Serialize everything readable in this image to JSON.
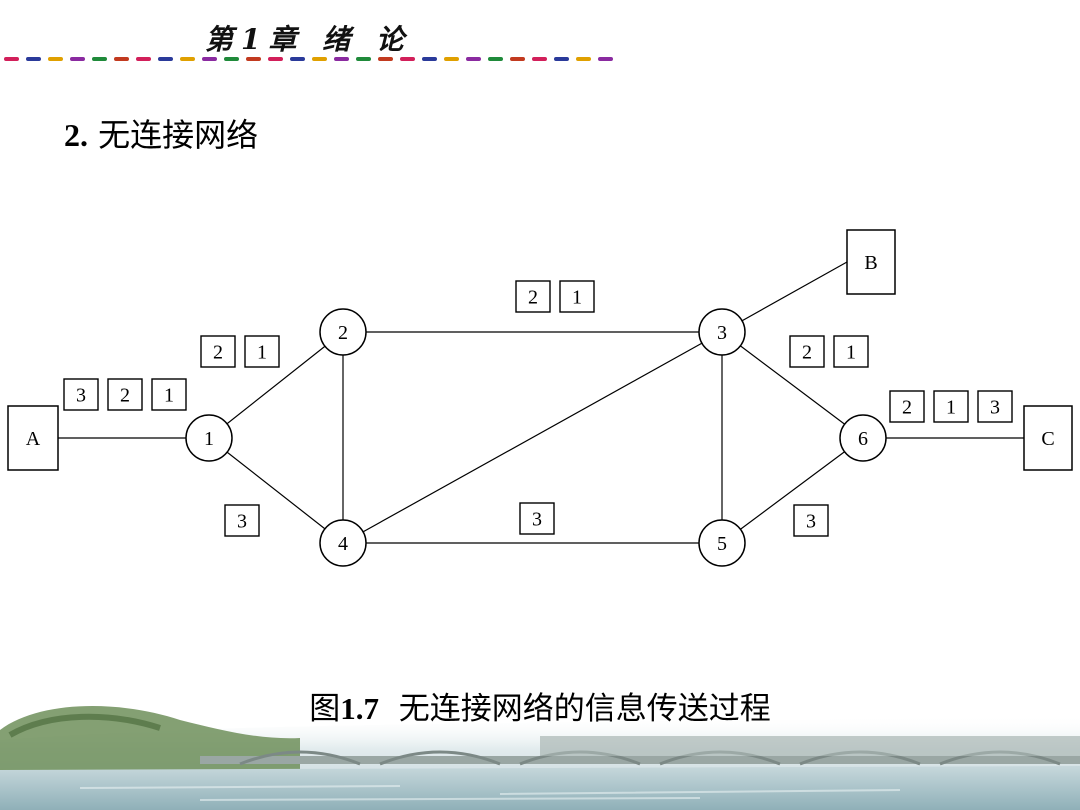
{
  "header": {
    "chapter_title": "第1章 绪 论"
  },
  "section": {
    "number": "2.",
    "title": "无连接网络"
  },
  "diagram": {
    "hosts": [
      {
        "id": "A",
        "label": "A"
      },
      {
        "id": "B",
        "label": "B"
      },
      {
        "id": "C",
        "label": "C"
      }
    ],
    "nodes": [
      {
        "id": "1",
        "label": "1"
      },
      {
        "id": "2",
        "label": "2"
      },
      {
        "id": "3",
        "label": "3"
      },
      {
        "id": "4",
        "label": "4"
      },
      {
        "id": "5",
        "label": "5"
      },
      {
        "id": "6",
        "label": "6"
      }
    ],
    "links": [
      [
        "A",
        "1"
      ],
      [
        "1",
        "2"
      ],
      [
        "1",
        "4"
      ],
      [
        "2",
        "3"
      ],
      [
        "2",
        "4"
      ],
      [
        "4",
        "3"
      ],
      [
        "4",
        "5"
      ],
      [
        "3",
        "5"
      ],
      [
        "3",
        "6"
      ],
      [
        "5",
        "6"
      ],
      [
        "3",
        "B"
      ],
      [
        "6",
        "C"
      ]
    ],
    "packet_groups": [
      {
        "id": "a-1",
        "packets": [
          "3",
          "2",
          "1"
        ]
      },
      {
        "id": "1-2",
        "packets": [
          "2",
          "1"
        ]
      },
      {
        "id": "2-3",
        "packets": [
          "2",
          "1"
        ]
      },
      {
        "id": "3-6",
        "packets": [
          "2",
          "1"
        ]
      },
      {
        "id": "6-c",
        "packets": [
          "2",
          "1",
          "3"
        ]
      },
      {
        "id": "1-4",
        "packets": [
          "3"
        ]
      },
      {
        "id": "4-5",
        "packets": [
          "3"
        ]
      },
      {
        "id": "5-6",
        "packets": [
          "3"
        ]
      }
    ]
  },
  "caption": {
    "prefix": "图",
    "number": "1.7",
    "text": "无连接网络的信息传送过程"
  }
}
